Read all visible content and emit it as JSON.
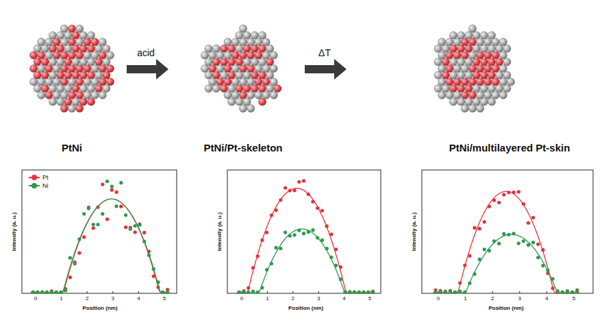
{
  "diagram": {
    "labels": [
      "acid",
      "ΔT",
      "PtNi",
      "PtNi/Pt-skeleton",
      "PtNi/multilayered Pt-skin",
      "Intensity (a. u.)",
      "0",
      "1",
      "2",
      "3",
      "4",
      "5",
      "Position (nm)",
      "Intensity (a. u.)",
      "0",
      "1",
      "2",
      "3",
      "4",
      "5",
      "Position (nm)",
      "Intensity (a. u.)",
      "0",
      "1",
      "2",
      "3",
      "4",
      "5",
      "Position (nm)"
    ],
    "legend": [
      {
        "text": "Pt",
        "color": "#e8313a"
      },
      {
        "text": "Ni",
        "color": "#2e9a4e"
      }
    ]
  }
}
